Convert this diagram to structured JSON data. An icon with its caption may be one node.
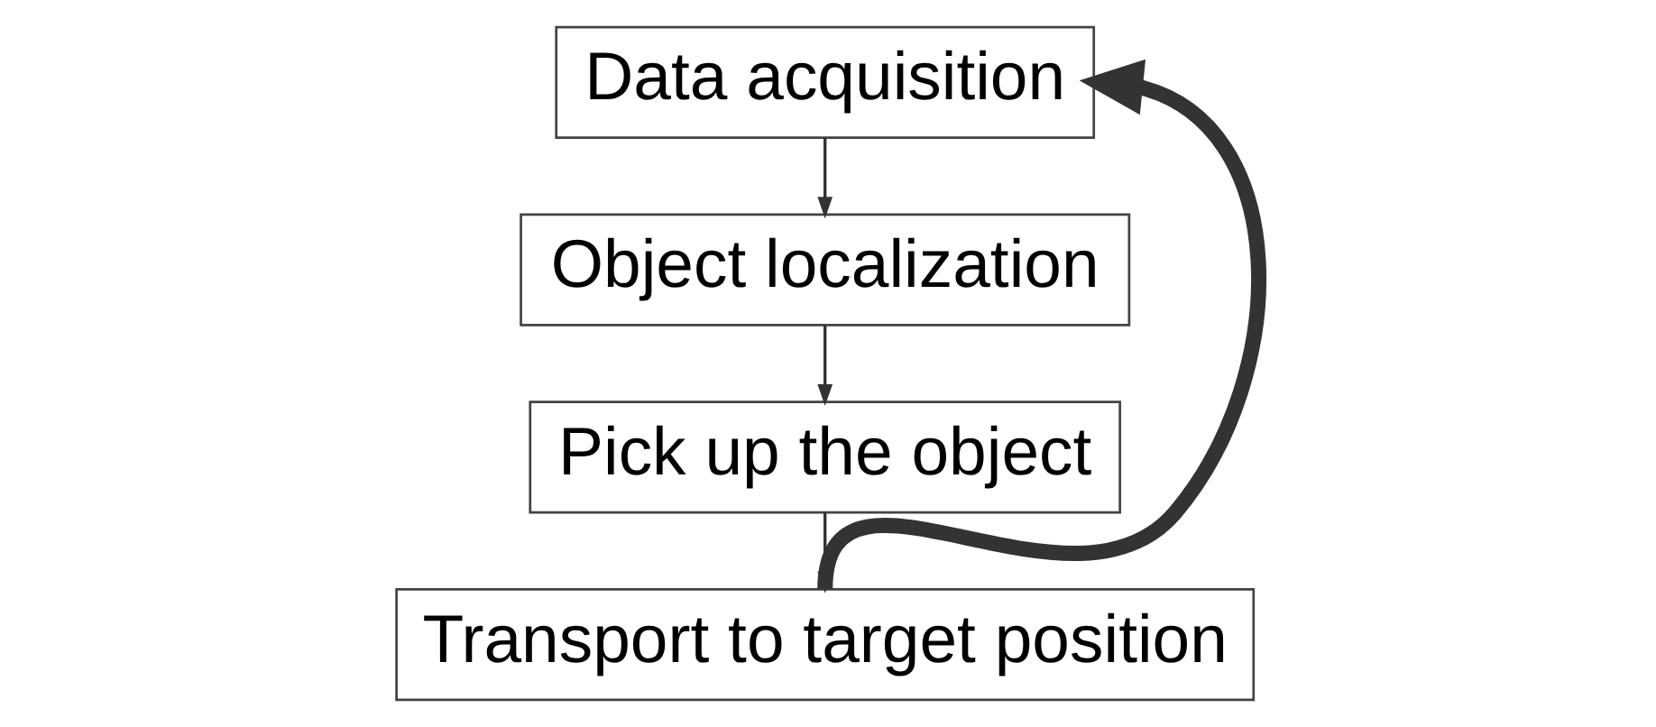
{
  "diagram": {
    "nodes": [
      {
        "text": [
          "Data acquisition"
        ]
      },
      {
        "text": [
          "Object localization"
        ]
      },
      {
        "text": [
          "Pick up the object"
        ]
      },
      {
        "text": [
          "Transport to target position"
        ]
      }
    ],
    "edges": [
      {
        "from": 0,
        "to": 1,
        "arrow": "to"
      },
      {
        "from": 1,
        "to": 2,
        "arrow": "to"
      },
      {
        "from": 2,
        "to": 3,
        "arrow": "to"
      },
      {
        "from": 3,
        "to": 0,
        "arrow": "to",
        "style": "thick"
      }
    ]
  }
}
